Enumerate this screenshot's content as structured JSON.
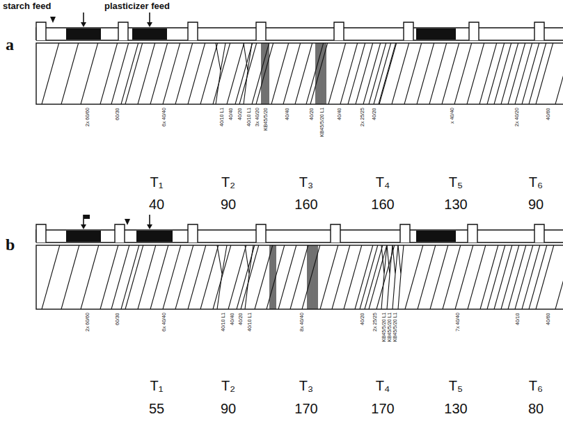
{
  "diagram": {
    "labels": [
      "a",
      "starch feed",
      "plasticizer feed",
      "2x 60/60",
      "60/30",
      "6x 40/40",
      "40/10 L1",
      "40/40",
      "40/20",
      "40/10 L1",
      "3x 40/20",
      "KB45/5/20",
      "40/40",
      "40/20",
      "KB45/5/20 L1",
      "40/40",
      "2x 25/25",
      "40/20",
      "x 40/40",
      "2x 40/20",
      "40/60",
      "T₁",
      "T₂",
      "T₃",
      "T₄",
      "T₅",
      "T₆",
      "40",
      "90",
      "160",
      "160",
      "130",
      "90",
      "b",
      "2x 60/60",
      "60/30",
      "6x 40/40",
      "40/10 L1",
      "40/40",
      "40/20",
      "40/10 L1",
      "8x 40/40",
      "40/20",
      "2x 25/25",
      "KB45/5/20 L1",
      "KB45/5/20 L1",
      "KB45/5/20 L1",
      "7x 40/40",
      "40/10",
      "40/60",
      "T₁",
      "T₂",
      "T₃",
      "T₄",
      "T₅",
      "T₆",
      "55",
      "90",
      "170",
      "170",
      "130",
      "80"
    ]
  }
}
